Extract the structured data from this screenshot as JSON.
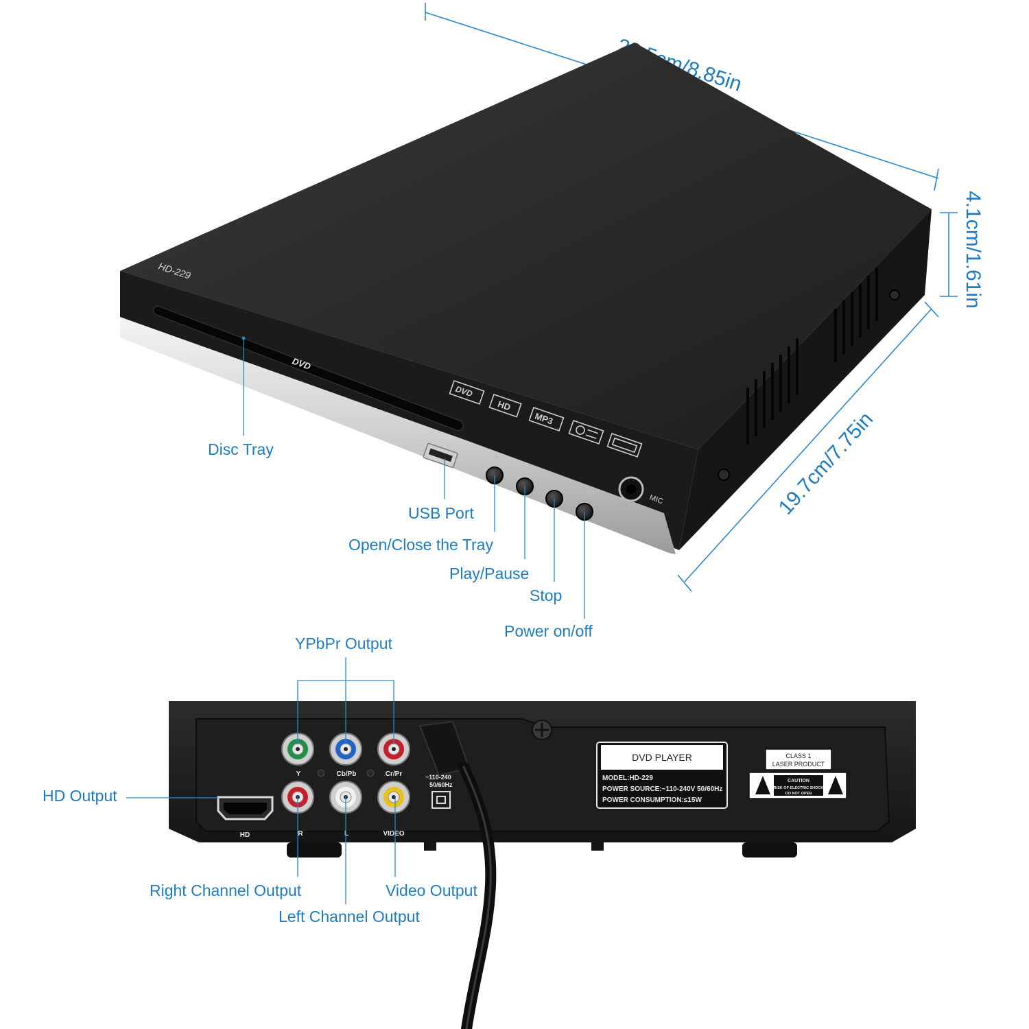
{
  "dimensions": {
    "width": "22.5cm/8.85in",
    "height": "4.1cm/1.61in",
    "depth": "19.7cm/7.75in"
  },
  "front": {
    "model": "HD-229",
    "tray_logo": "DVD",
    "usb_label": "USB",
    "mic_label": "MIC",
    "format_logos": [
      "dvd-logo-icon",
      "hd-logo-icon",
      "mp3-logo-icon",
      "compact-disc-logo-icon",
      "usb-logo-icon"
    ],
    "button_icons": [
      "eject-icon",
      "play-pause-icon",
      "stop-icon",
      "power-icon"
    ]
  },
  "front_callouts": {
    "disc_tray": "Disc Tray",
    "usb_port": "USB Port",
    "open_close": "Open/Close the Tray",
    "play_pause": "Play/Pause",
    "stop": "Stop",
    "power": "Power on/off"
  },
  "back": {
    "jack_labels": {
      "y": "Y",
      "cb": "Cb/Pb",
      "cr": "Cr/Pr",
      "r": "R",
      "l": "L",
      "video": "VIDEO",
      "hd": "HD"
    },
    "power_rating": [
      "~110-240",
      "50/60Hz"
    ],
    "sticker": {
      "title": "DVD PLAYER",
      "model": "MODEL:HD-229",
      "source": "POWER SOURCE:~110-240V 50/60Hz",
      "consumption": "POWER CONSUMPTION:≤15W"
    },
    "laser": {
      "class": "CLASS 1",
      "product": "LASER PRODUCT",
      "caution": "CAUTION",
      "warning": [
        "RISK OF ELECTRIC SHOCK",
        "DO NOT OPEN"
      ]
    },
    "colors": {
      "y": "#1f8f4a",
      "cb": "#1f63c8",
      "cr": "#c41f2a",
      "r": "#c41f2a",
      "l": "#f2f2f2",
      "video": "#e8c21a"
    }
  },
  "back_callouts": {
    "ypbpr": "YPbPr Output",
    "hd_output": "HD Output",
    "right_channel": "Right Channel Output",
    "left_channel": "Left Channel Output",
    "video_output": "Video Output"
  }
}
